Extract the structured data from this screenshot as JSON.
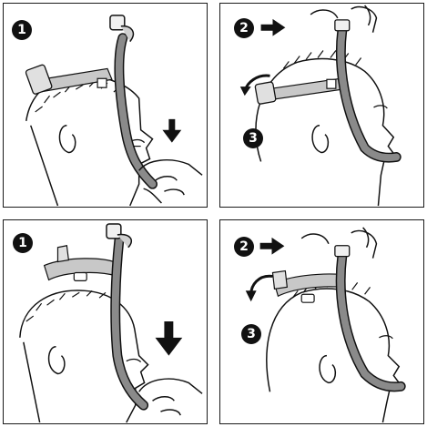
{
  "panels": [
    {
      "step_labels": [
        "1"
      ]
    },
    {
      "step_labels": [
        "2",
        "3"
      ]
    },
    {
      "step_labels": [
        "1"
      ]
    },
    {
      "step_labels": [
        "2",
        "3"
      ]
    }
  ],
  "colors": {
    "ink": "#111111",
    "tube": "#8a8a8a",
    "strap": "#bdbdbd",
    "clip": "#e8e8e8"
  },
  "icons": [
    "down-arrow-icon",
    "right-arrow-icon",
    "curved-arrow-icon"
  ]
}
